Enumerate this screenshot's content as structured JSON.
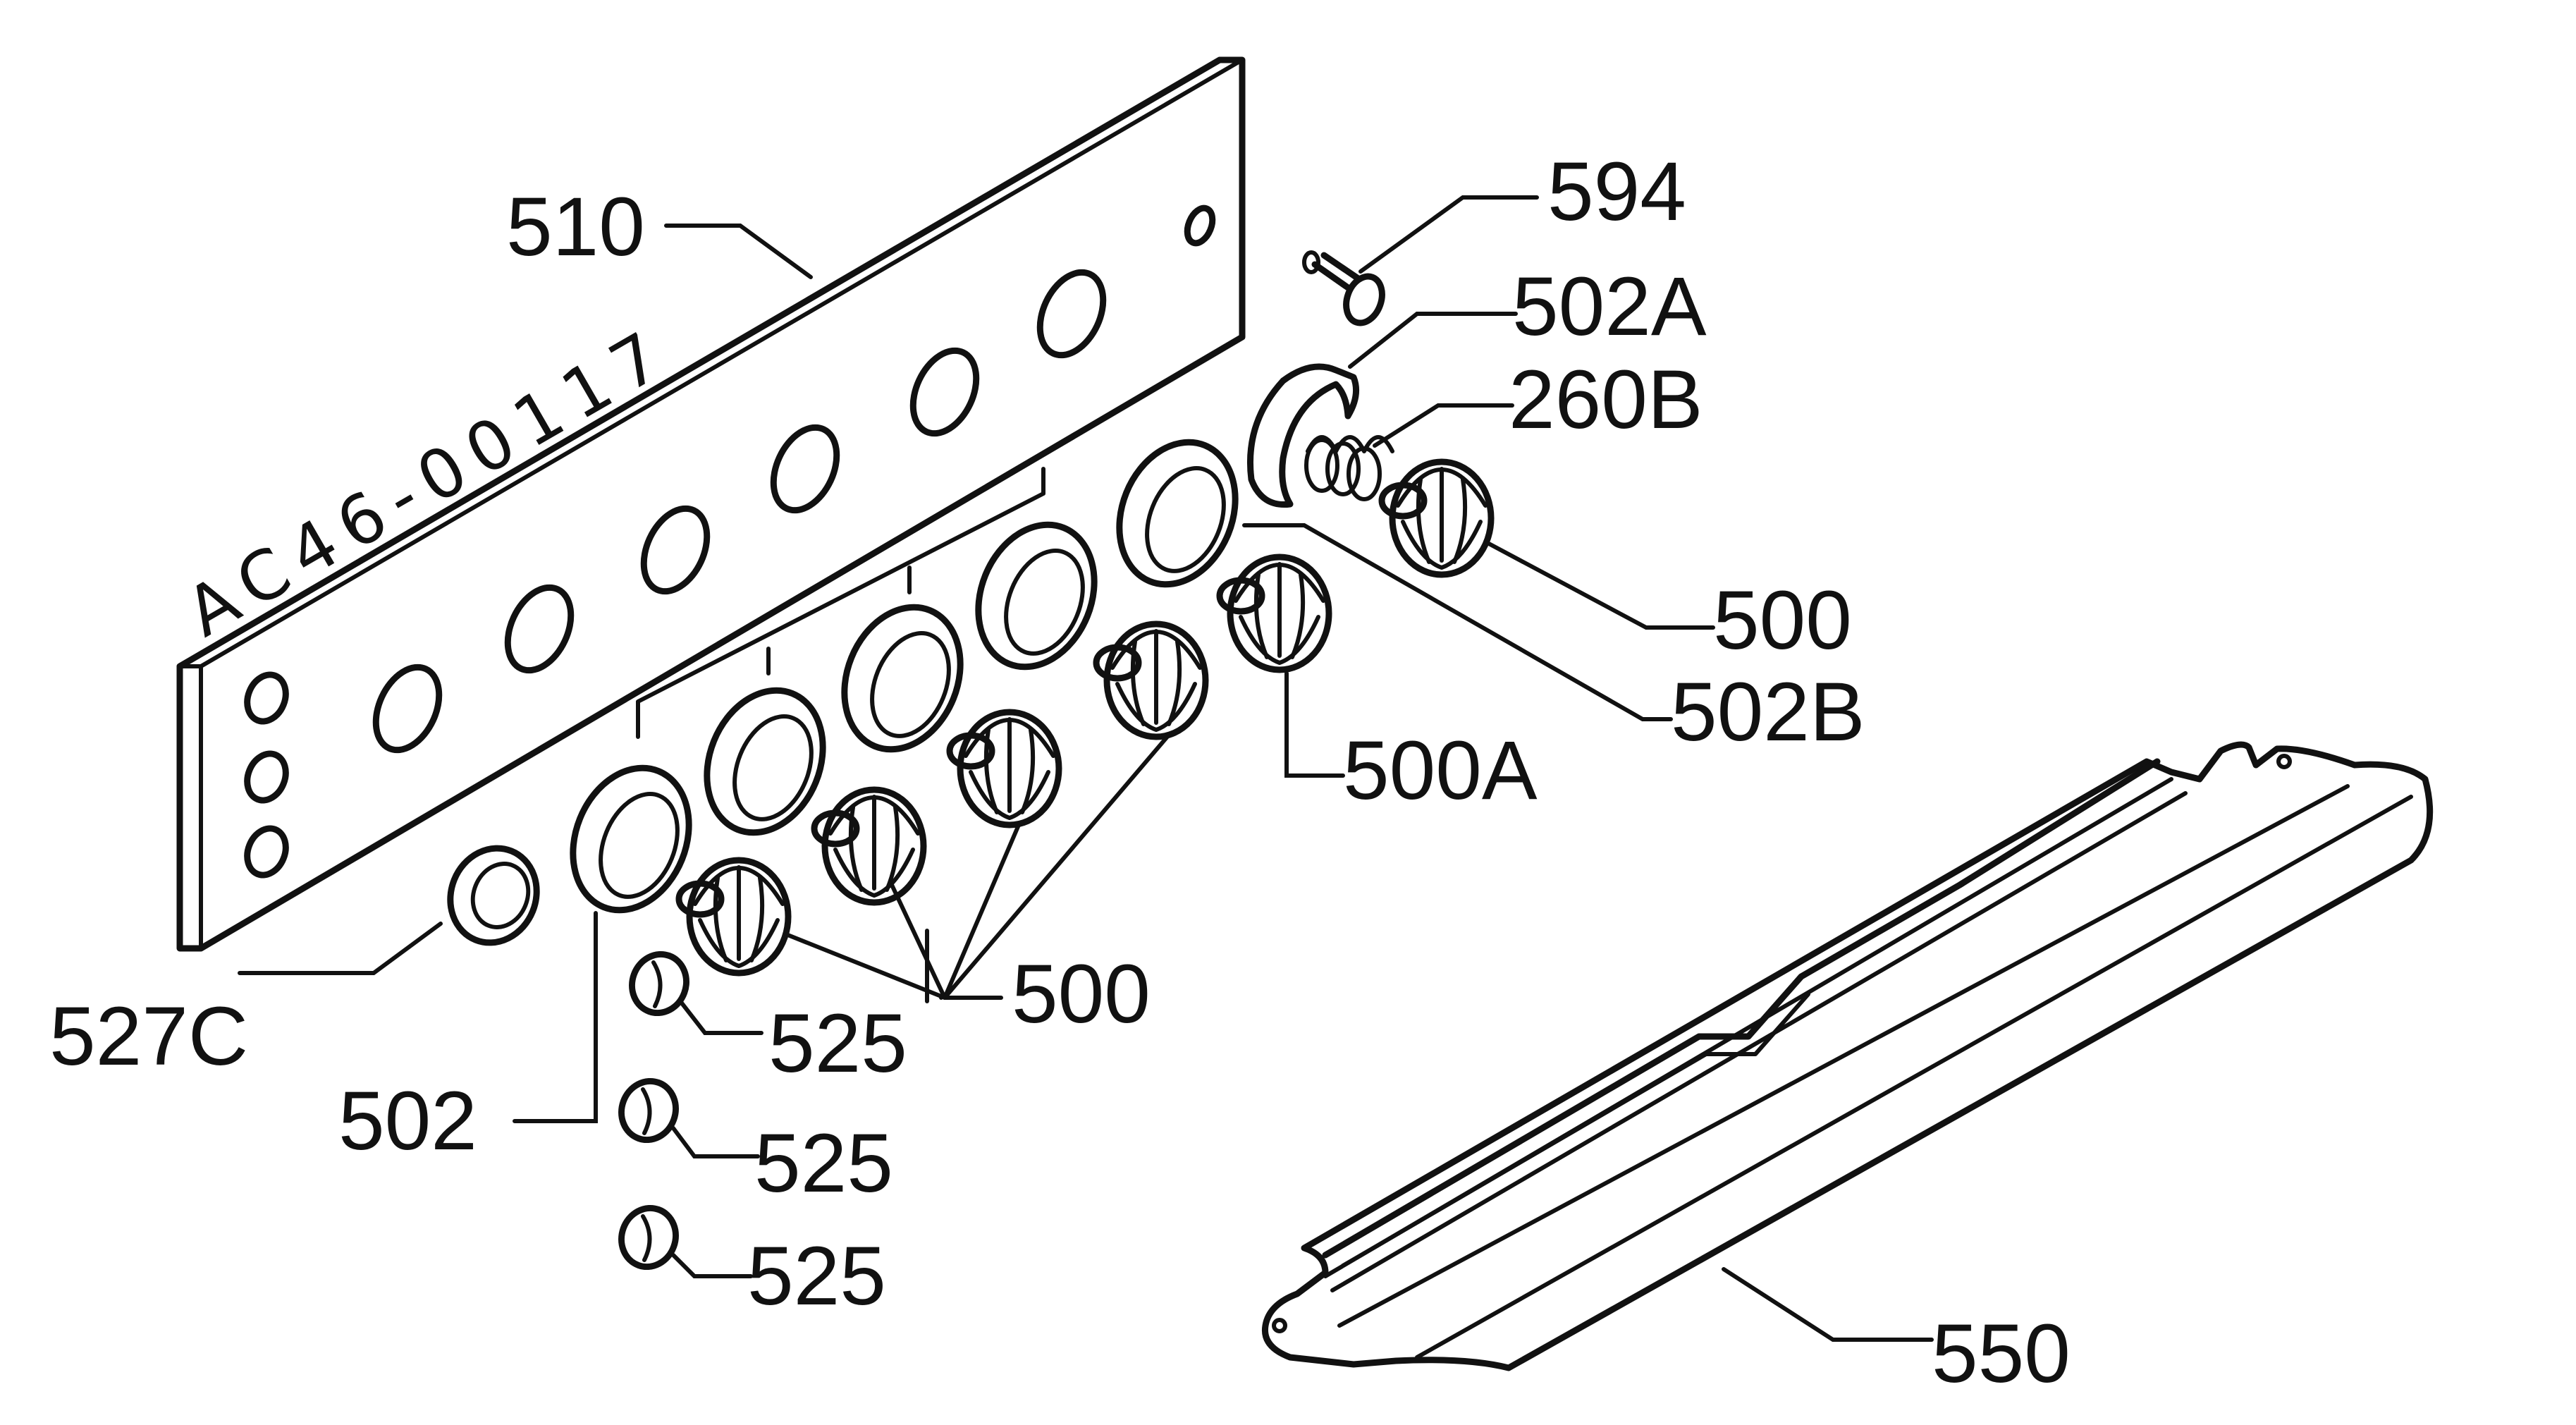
{
  "drawing_code": "AC46-00117",
  "labels": {
    "p510": "510",
    "p594": "594",
    "p502a": "502A",
    "p260b": "260B",
    "p500_right": "500",
    "p502b": "502B",
    "p500a": "500A",
    "p500_center": "500",
    "p527c": "527C",
    "p502": "502",
    "p525_1": "525",
    "p525_2": "525",
    "p525_3": "525",
    "p550": "550"
  }
}
